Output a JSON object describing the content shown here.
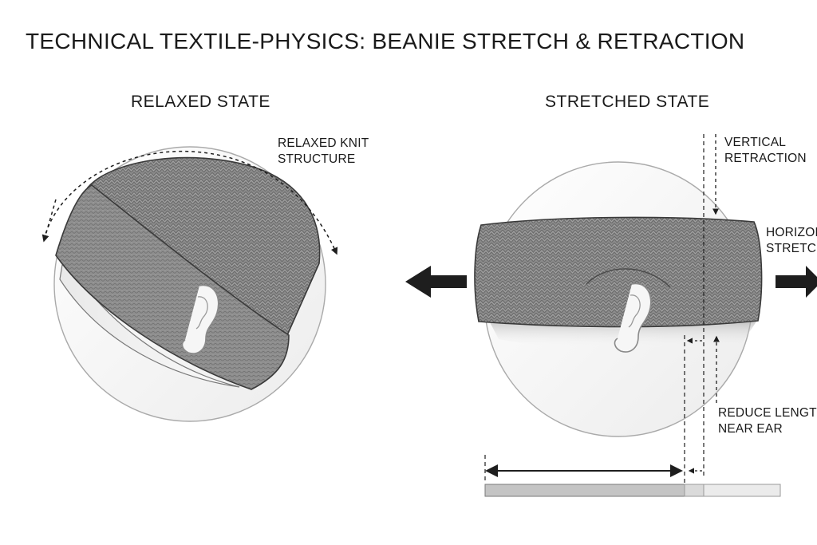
{
  "title": "TECHNICAL TEXTILE-PHYSICS: BEANIE STRETCH & RETRACTION",
  "panels": {
    "relaxed": {
      "label": "RELAXED STATE",
      "annotation": [
        "RELAXED KNIT",
        "STRUCTURE"
      ]
    },
    "stretched": {
      "label": "STRETCHED STATE",
      "annotations": {
        "vertical": [
          "VERTICAL",
          "RETRACTION"
        ],
        "horizontal": [
          "HORIZONTAL",
          "STRETCH"
        ],
        "ear": [
          "REDUCE LENGTH",
          "NEAR EAR"
        ]
      }
    }
  },
  "icons": [
    "ear-icon",
    "arrow-left-icon",
    "arrow-right-icon"
  ],
  "colors": {
    "knit": "#8a8a8a",
    "knit_dark": "#5e5e5e",
    "outline": "#3a3a3a",
    "head": "#f4f4f4",
    "arrow": "#1e1e1e"
  }
}
